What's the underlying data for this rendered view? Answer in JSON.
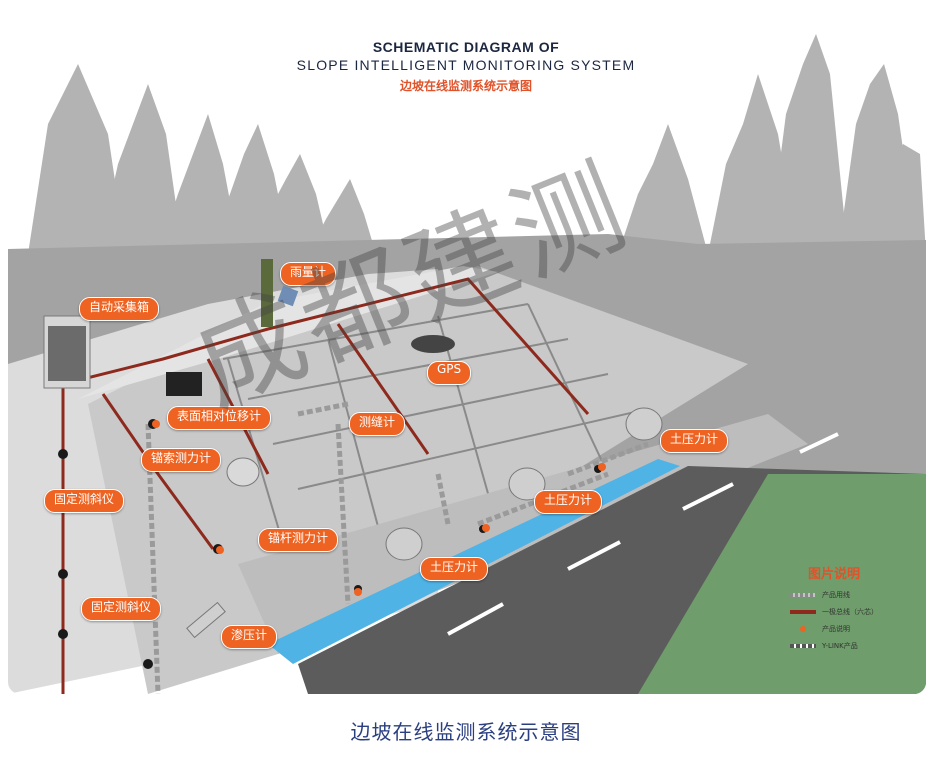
{
  "title": {
    "line1": "SCHEMATIC DIAGRAM OF",
    "line2": "SLOPE INTELLIGENT MONITORING SYSTEM",
    "line3": "边坡在线监测系统示意图"
  },
  "labels": {
    "rain_gauge": "雨量计",
    "auto_collection_box": "自动采集箱",
    "gps": "GPS",
    "surface_displacement": "表面相对位移计",
    "crack_meter": "测缝计",
    "anchor_cable_dynamometer": "锚索测力计",
    "fixed_inclinometer_1": "固定测斜仪",
    "anchor_rod_dynamometer": "锚杆测力计",
    "fixed_inclinometer_2": "固定测斜仪",
    "piezometer": "渗压计",
    "earth_pressure_1": "土压力计",
    "earth_pressure_2": "土压力计",
    "earth_pressure_3": "土压力计"
  },
  "legend": {
    "title": "图片说明",
    "items": [
      "产品用线",
      "一极总线（六芯）",
      "产品说明",
      "Y-LINK产品"
    ]
  },
  "watermark": "成都建测",
  "caption": "边坡在线监测系统示意图",
  "colors": {
    "label_bg": "#ee6321",
    "bus_line": "#8e2a1d",
    "product_line": "#9a9a9a",
    "water_channel": "#4fb3e6",
    "grass": "#6f9d6b",
    "road": "#5c5c5c",
    "trees": "#a9a9a9"
  }
}
